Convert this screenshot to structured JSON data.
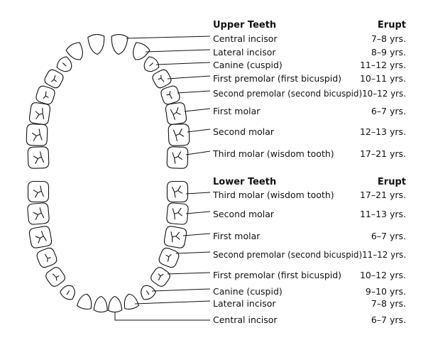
{
  "upper": {
    "heading": "Upper Teeth",
    "erupt_heading": "Erupt",
    "rows": [
      {
        "name": "Central incisor",
        "erupt": "7–8 yrs."
      },
      {
        "name": "Lateral incisor",
        "erupt": "8–9 yrs."
      },
      {
        "name": "Canine (cuspid)",
        "erupt": "11–12 yrs."
      },
      {
        "name": "First premolar (first bicuspid)",
        "erupt": "10–11 yrs."
      },
      {
        "name": "Second premolar (second bicuspid)",
        "erupt": "10–12 yrs."
      },
      {
        "name": "First molar",
        "erupt": "6–7 yrs."
      },
      {
        "name": "Second molar",
        "erupt": "12–13 yrs."
      },
      {
        "name": "Third molar (wisdom tooth)",
        "erupt": "17–21 yrs."
      }
    ]
  },
  "lower": {
    "heading": "Lower Teeth",
    "erupt_heading": "Erupt",
    "rows": [
      {
        "name": "Third molar (wisdom tooth)",
        "erupt": "17–21 yrs."
      },
      {
        "name": "Second molar",
        "erupt": "11–13 yrs."
      },
      {
        "name": "First molar",
        "erupt": "6–7 yrs."
      },
      {
        "name": "Second premolar (second bicuspid)",
        "erupt": "11–12 yrs."
      },
      {
        "name": "First premolar (first bicuspid)",
        "erupt": "10–12 yrs."
      },
      {
        "name": "Canine (cuspid)",
        "erupt": "9–10 yrs."
      },
      {
        "name": "Lateral incisor",
        "erupt": "7–8 yrs."
      },
      {
        "name": "Central incisor",
        "erupt": "6–7 yrs."
      }
    ]
  }
}
